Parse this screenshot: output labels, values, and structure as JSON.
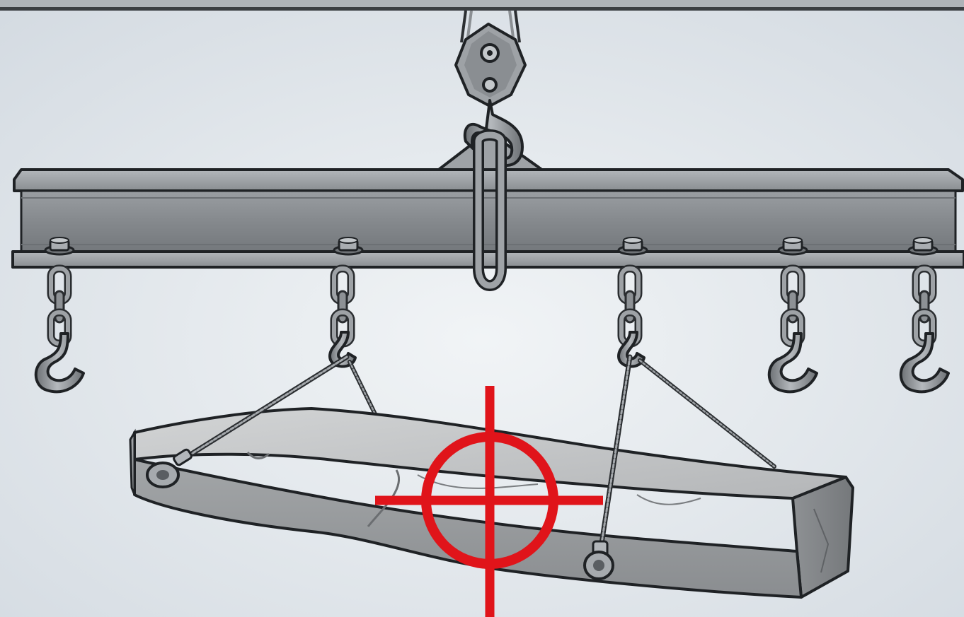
{
  "scene": {
    "title": "",
    "objects": [
      "ceiling-rail-icon",
      "crane-pulley-icon",
      "crane-hook-icon",
      "lifting-shackle-icon",
      "spreader-beam-icon",
      "beam-bolt-icon",
      "chain-link-icon",
      "lifting-hook-icon",
      "wire-rope-sling-icon",
      "rope-eye-thimble-icon",
      "concrete-slab-icon",
      "center-of-gravity-target-icon"
    ],
    "beam_hook_count": 5,
    "slung_hook_positions": [
      2,
      3
    ],
    "free_hook_positions": [
      1,
      4,
      5
    ],
    "colors": {
      "background": "#e4e9ee",
      "steel": "#8e9296",
      "steel_dark": "#4a4e52",
      "outline": "#1f2225",
      "concrete": "#b9bbbd",
      "concrete_dark": "#8d9093",
      "target": "#e0141a"
    }
  }
}
